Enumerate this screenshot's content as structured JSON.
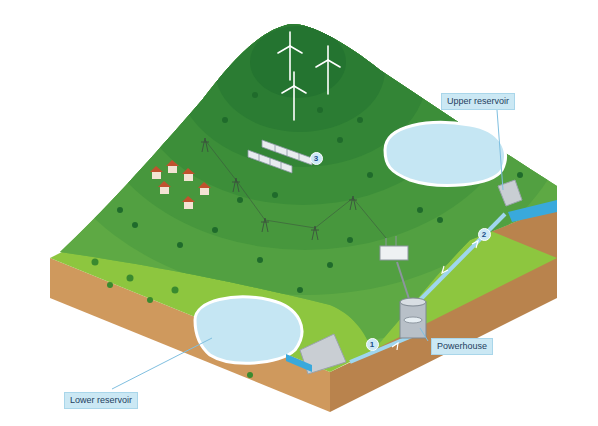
{
  "diagram": {
    "nodes": [
      {
        "text": [
          "Upper reservoir"
        ]
      },
      {
        "text": [
          "Powerhouse"
        ]
      },
      {
        "text": [
          "Lower reservoir"
        ]
      }
    ],
    "labels": [
      "3",
      "2",
      "1"
    ]
  }
}
